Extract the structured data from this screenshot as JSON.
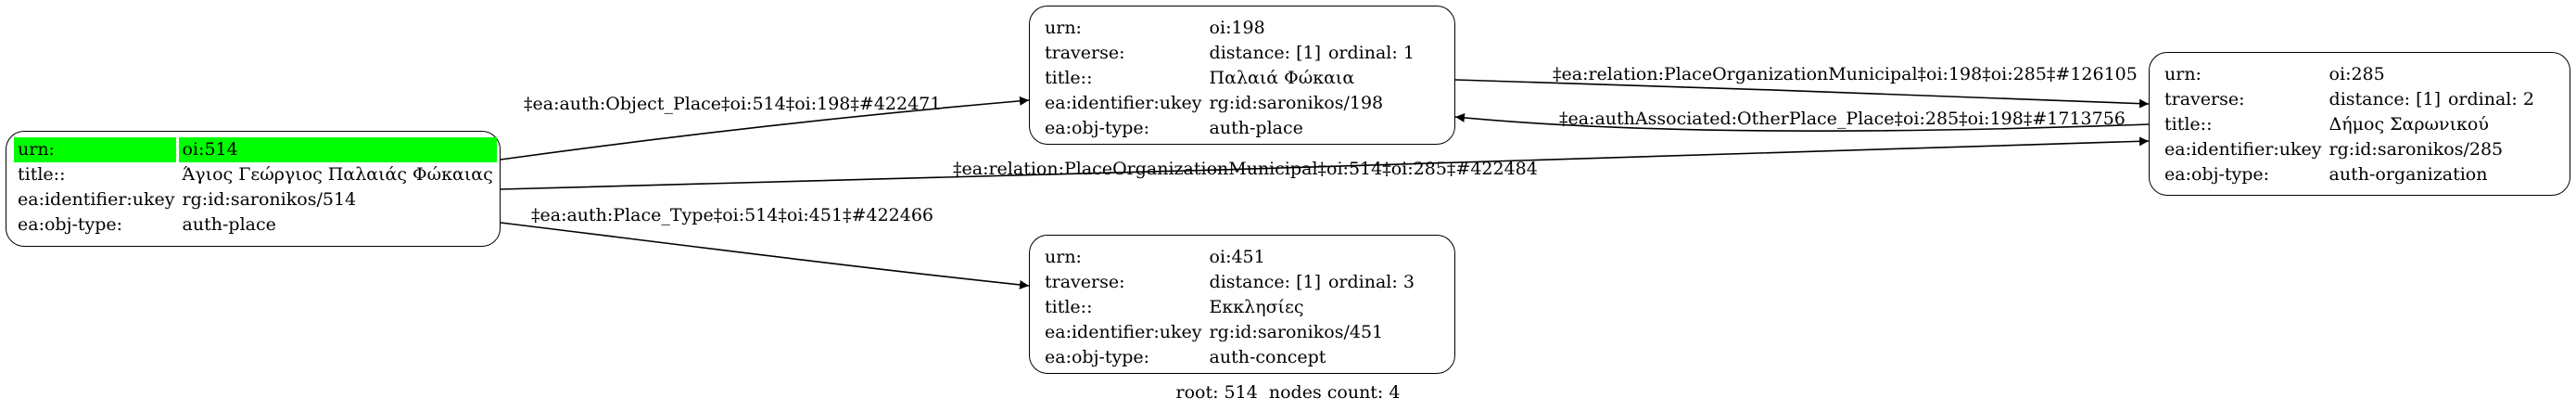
{
  "nodes": {
    "n514": {
      "rows": [
        {
          "key": "urn:",
          "value": "oi:514"
        },
        {
          "key": "title::",
          "value": "Άγιος Γεώργιος Παλαιάς Φώκαιας"
        },
        {
          "key": "ea:identifier:ukey",
          "value": "rg:id:saronikos/514"
        },
        {
          "key": "ea:obj-type:",
          "value": "auth-place"
        }
      ],
      "highlight_color": "#00ff00"
    },
    "n198": {
      "urn": {
        "key": "urn:",
        "value": "oi:198"
      },
      "traverse": {
        "key": "traverse:",
        "distance": "distance: [1]",
        "ordinal": "ordinal: 1"
      },
      "rows": [
        {
          "key": "title::",
          "value": "Παλαιά Φώκαια"
        },
        {
          "key": "ea:identifier:ukey",
          "value": "rg:id:saronikos/198"
        },
        {
          "key": "ea:obj-type:",
          "value": "auth-place"
        }
      ]
    },
    "n285": {
      "urn": {
        "key": "urn:",
        "value": "oi:285"
      },
      "traverse": {
        "key": "traverse:",
        "distance": "distance: [1]",
        "ordinal": "ordinal: 2"
      },
      "rows": [
        {
          "key": "title::",
          "value": "Δήμος Σαρωνικού"
        },
        {
          "key": "ea:identifier:ukey",
          "value": "rg:id:saronikos/285"
        },
        {
          "key": "ea:obj-type:",
          "value": "auth-organization"
        }
      ]
    },
    "n451": {
      "urn": {
        "key": "urn:",
        "value": "oi:451"
      },
      "traverse": {
        "key": "traverse:",
        "distance": "distance: [1]",
        "ordinal": "ordinal: 3"
      },
      "rows": [
        {
          "key": "title::",
          "value": "Εκκλησίες"
        },
        {
          "key": "ea:identifier:ukey",
          "value": "rg:id:saronikos/451"
        },
        {
          "key": "ea:obj-type:",
          "value": "auth-concept"
        }
      ]
    }
  },
  "edges": [
    {
      "from": "oi:514",
      "to": "oi:198",
      "label": "‡ea:auth:Object_Place‡oi:514‡oi:198‡#422471"
    },
    {
      "from": "oi:514",
      "to": "oi:285",
      "label": "‡ea:relation:PlaceOrganizationMunicipal‡oi:514‡oi:285‡#422484"
    },
    {
      "from": "oi:514",
      "to": "oi:451",
      "label": "‡ea:auth:Place_Type‡oi:514‡oi:451‡#422466"
    },
    {
      "from": "oi:198",
      "to": "oi:285",
      "label": "‡ea:relation:PlaceOrganizationMunicipal‡oi:198‡oi:285‡#126105"
    },
    {
      "from": "oi:285",
      "to": "oi:198",
      "label": "‡ea:authAssociated:OtherPlace_Place‡oi:285‡oi:198‡#1713756"
    }
  ],
  "footer": {
    "root": "root: 514",
    "count": "nodes count: 4"
  }
}
